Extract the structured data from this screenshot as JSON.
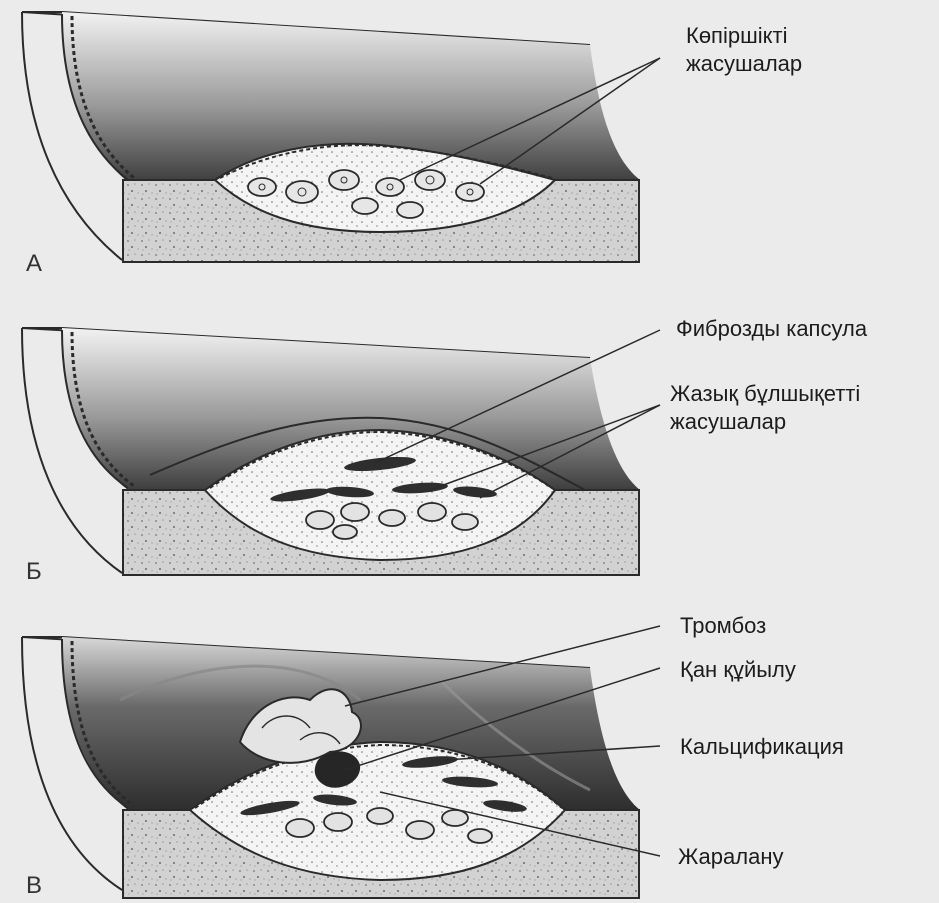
{
  "panels": [
    {
      "letter": "А"
    },
    {
      "letter": "Б"
    },
    {
      "letter": "В"
    }
  ],
  "labels": {
    "foam_cells_1": "Көпіршікті",
    "foam_cells_2": "жасушалар",
    "fibrous_cap": "Фиброзды капсула",
    "smooth_muscle_1": "Жазық бұлшықетті",
    "smooth_muscle_2": "жасушалар",
    "thrombosis": "Тромбоз",
    "hemorrhage": "Қан құйылу",
    "calcification": "Кальцификация",
    "ulceration": "Жаралану"
  },
  "colors": {
    "background": "#ebebeb",
    "line": "#2a2a2a",
    "wall_dark": "#4a4a4a",
    "tissue": "#cfcfcf"
  }
}
